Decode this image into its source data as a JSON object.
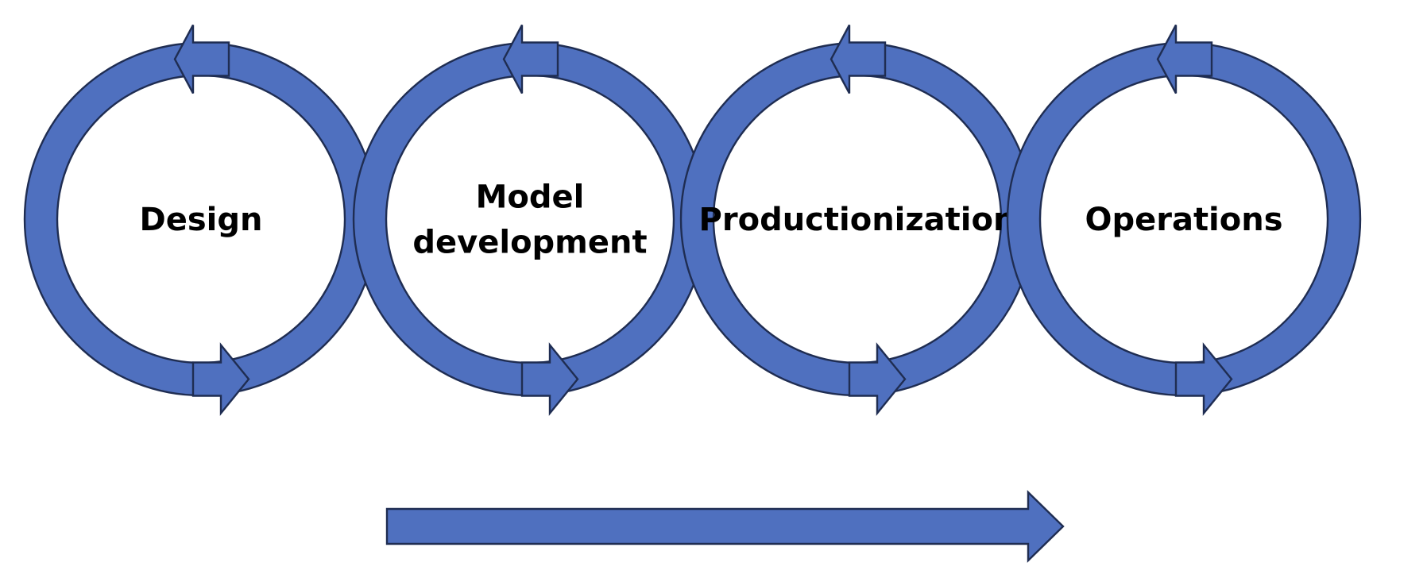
{
  "colors": {
    "accent": "#4F70BF",
    "outline": "#1F2D52",
    "label": "#000000",
    "background": "#FFFFFF"
  },
  "stages": [
    {
      "lines": [
        "Design"
      ],
      "icon": "cycle-arrows-icon"
    },
    {
      "lines": [
        "Model",
        "development"
      ],
      "icon": "cycle-arrows-icon"
    },
    {
      "lines": [
        "Productionization"
      ],
      "icon": "cycle-arrows-icon"
    },
    {
      "lines": [
        "Operations"
      ],
      "icon": "cycle-arrows-icon"
    }
  ],
  "progress_arrow": {
    "icon": "right-arrow-icon"
  }
}
